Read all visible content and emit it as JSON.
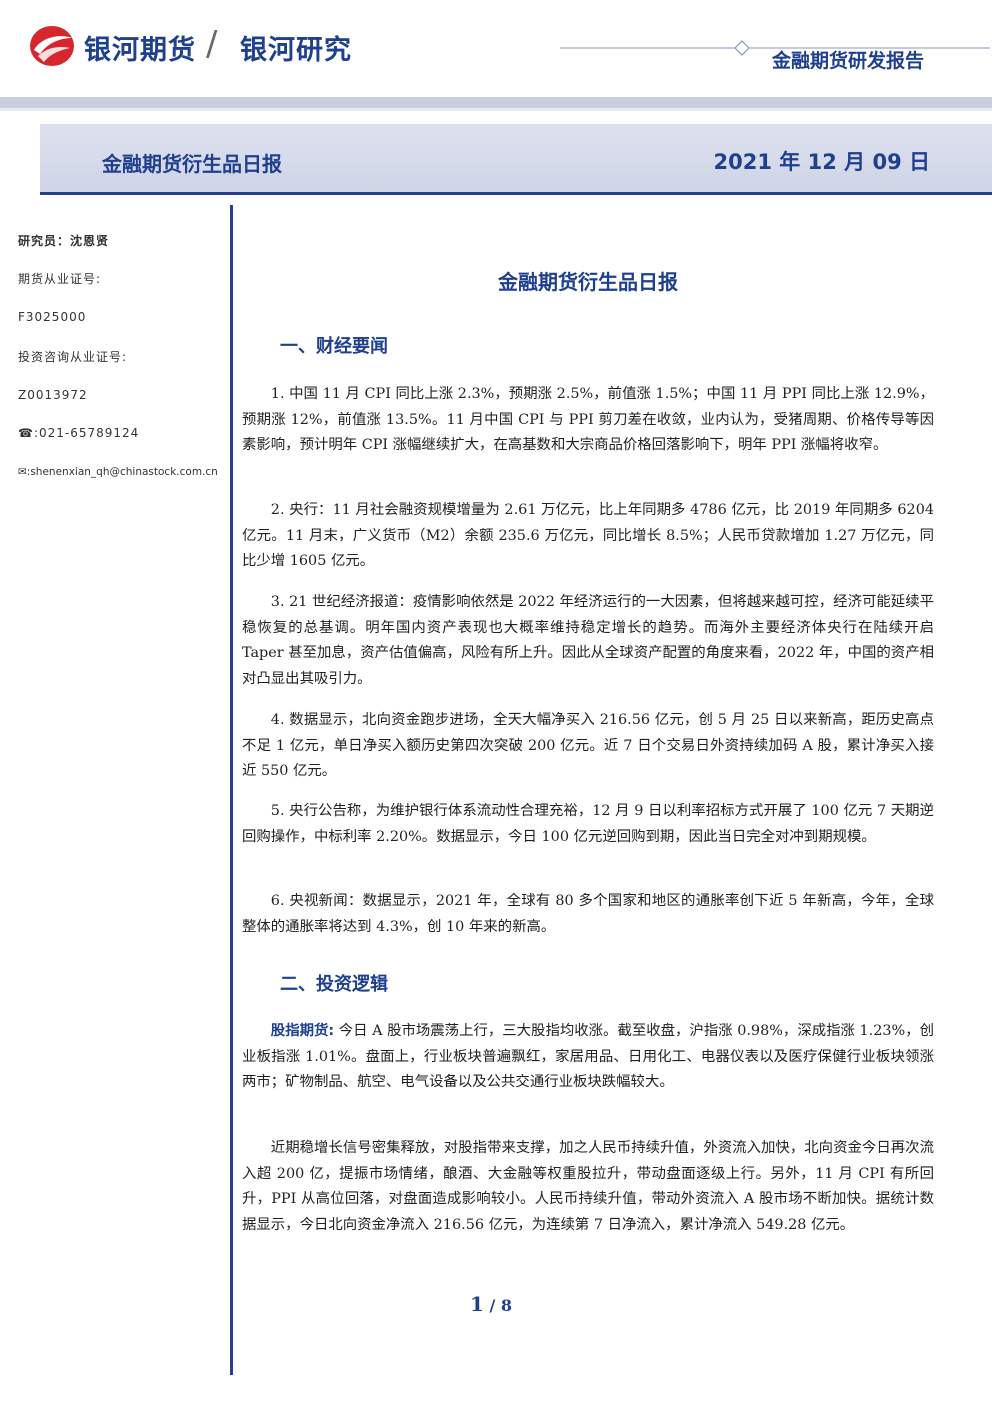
{
  "header": {
    "brand_name": "银河期货",
    "separator": "/",
    "brand_sub": "银河研究",
    "report_type": "金融期货研发报告",
    "logo_icon": "galaxy-logo-icon",
    "colors": {
      "brand_blue": "#1f3f8f",
      "logo_red": "#d8262e",
      "band_gray": "#c9cde0"
    }
  },
  "title_bar": {
    "left": "金融期货衍生品日报",
    "date": "2021 年 12 月 09 日"
  },
  "sidebar": {
    "researcher": "研究员：沈恩贤",
    "license_label": "期货从业证号:",
    "license_no": "F3025000",
    "consult_label": "投资咨询从业证号:",
    "consult_no": "Z0013972",
    "phone": "☎:021-65789124",
    "email": "✉:shenenxian_qh@chinastock.com.cn"
  },
  "main": {
    "title": "金融期货衍生品日报",
    "section1": "一、财经要闻",
    "news": [
      "1. 中国 11 月 CPI 同比上涨 2.3%，预期涨 2.5%，前值涨 1.5%；中国 11 月 PPI 同比上涨 12.9%，预期涨 12%，前值涨 13.5%。11 月中国 CPI 与 PPI 剪刀差在收敛，业内认为，受猪周期、价格传导等因素影响，预计明年 CPI 涨幅继续扩大，在高基数和大宗商品价格回落影响下，明年 PPI 涨幅将收窄。",
      "2. 央行：11 月社会融资规模增量为 2.61 万亿元，比上年同期多 4786 亿元，比 2019 年同期多 6204 亿元。11 月末，广义货币（M2）余额 235.6 万亿元，同比增长 8.5%；人民币贷款增加 1.27 万亿元，同比少增 1605 亿元。",
      "3. 21 世纪经济报道：疫情影响依然是 2022 年经济运行的一大因素，但将越来越可控，经济可能延续平稳恢复的总基调。明年国内资产表现也大概率维持稳定增长的趋势。而海外主要经济体央行在陆续开启 Taper 甚至加息，资产估值偏高，风险有所上升。因此从全球资产配置的角度来看，2022 年，中国的资产相对凸显出其吸引力。",
      "4. 数据显示，北向资金跑步进场，全天大幅净买入 216.56 亿元，创 5 月 25 日以来新高，距历史高点不足 1 亿元，单日净买入额历史第四次突破 200 亿元。近 7 日个交易日外资持续加码 A 股，累计净买入接近 550 亿元。",
      "5. 央行公告称，为维护银行体系流动性合理充裕，12 月 9 日以利率招标方式开展了 100 亿元 7 天期逆回购操作，中标利率 2.20%。数据显示，今日 100 亿元逆回购到期，因此当日完全对冲到期规模。",
      "6. 央视新闻：数据显示，2021 年，全球有 80 多个国家和地区的通胀率创下近 5 年新高，今年，全球整体的通胀率将达到 4.3%，创 10 年来的新高。"
    ],
    "section2": "二、投资逻辑",
    "logic_lead": "股指期货:",
    "logic_p1": " 今日 A 股市场震荡上行，三大股指均收涨。截至收盘，沪指涨 0.98%，深成指涨 1.23%，创业板指涨 1.01%。盘面上，行业板块普遍飘红，家居用品、日用化工、电器仪表以及医疗保健行业板块领涨两市；矿物制品、航空、电气设备以及公共交通行业板块跌幅较大。",
    "logic_p2": "近期稳增长信号密集释放，对股指带来支撑，加之人民币持续升值，外资流入加快，北向资金今日再次流入超 200 亿，提振市场情绪，酿酒、大金融等权重股拉升，带动盘面逐级上行。另外，11 月 CPI 有所回升，PPI 从高位回落，对盘面造成影响较小。人民币持续升值，带动外资流入 A 股市场不断加快。据统计数据显示，今日北向资金净流入 216.56 亿元，为连续第 7 日净流入，累计净流入 549.28 亿元。"
  },
  "footer": {
    "page": "1",
    "sep": "/",
    "total": "8"
  }
}
